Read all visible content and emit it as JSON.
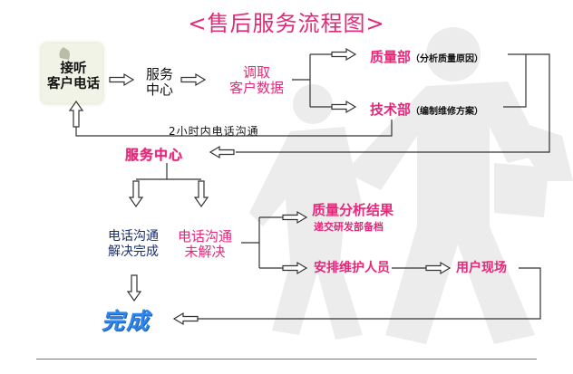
{
  "title": "<售后服务流程图>",
  "nodes": {
    "answer_call": "接听\n客户电话",
    "service_center_1": "服务\n中心",
    "retrieve_data": "调取\n客户数据",
    "quality_dept": "质量部",
    "quality_dept_note": "（分析质量原因）",
    "tech_dept": "技术部",
    "tech_dept_note": "（编制维修方案）",
    "phone_2h": "2小时内电话沟通",
    "service_center_2": "服务中心",
    "solved": "电话沟通\n解决完成",
    "unsolved": "电话沟通\n未解决",
    "quality_result": "质量分析结果",
    "submit_rd": "递交研发部备档",
    "arrange_staff": "安排维护人员",
    "onsite": "用户现场",
    "done": "完成"
  },
  "colors": {
    "accent": "#e6287a",
    "navy": "#1a2f6e",
    "done_blue": "#2f86e8",
    "watermark": "#ececec"
  },
  "icons": {
    "phone": "phone-handset-icon",
    "watermark": "walking-people-watermark"
  }
}
